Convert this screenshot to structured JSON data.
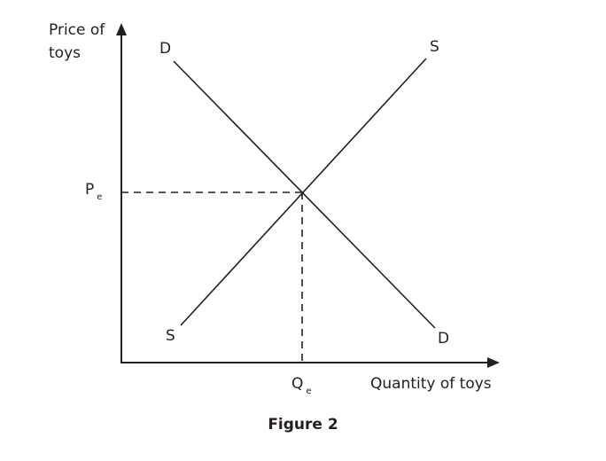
{
  "chart_data": {
    "type": "line",
    "title": "Figure 2",
    "xlabel": "Quantity of toys",
    "ylabel": "Price of toys",
    "series": [
      {
        "name": "D",
        "description": "Demand curve, downward sloping",
        "points": [
          [
            0.1,
            0.95
          ],
          [
            0.9,
            0.1
          ]
        ]
      },
      {
        "name": "S",
        "description": "Supply curve, upward sloping",
        "points": [
          [
            0.15,
            0.12
          ],
          [
            0.88,
            0.95
          ]
        ]
      }
    ],
    "annotations": [
      {
        "label": "Pe",
        "type": "horizontal-dashed",
        "value": "equilibrium price"
      },
      {
        "label": "Qe",
        "type": "vertical-dashed",
        "value": "equilibrium quantity"
      }
    ],
    "grid": false
  },
  "labels": {
    "y_axis_line1": "Price of",
    "y_axis_line2": "toys",
    "x_axis": "Quantity of toys",
    "demand_top": "D",
    "demand_bottom": "D",
    "supply_top": "S",
    "supply_bottom": "S",
    "pe_main": "P",
    "pe_sub": "e",
    "qe_main": "Q",
    "qe_sub": "e",
    "caption": "Figure 2"
  }
}
